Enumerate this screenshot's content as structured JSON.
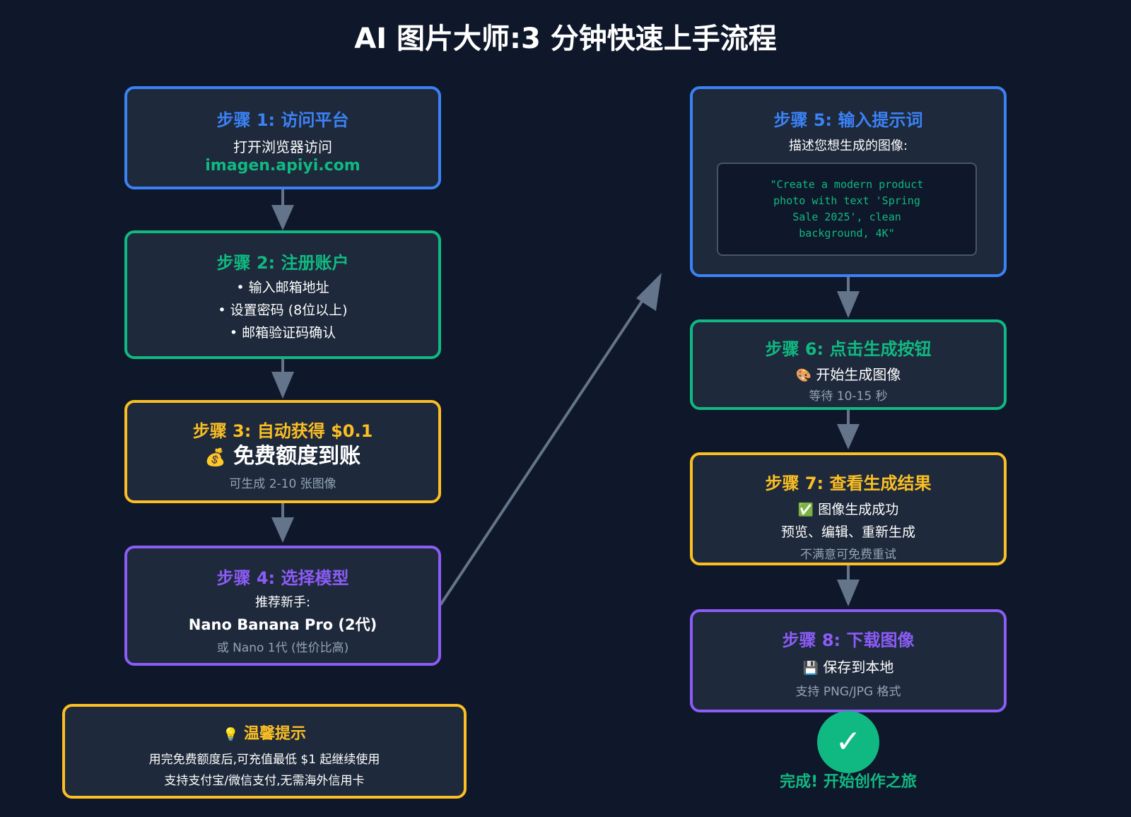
{
  "title": "AI 图片大师:3 分钟快速上手流程",
  "steps": {
    "s1": {
      "title": "步骤 1: 访问平台",
      "line1": "打开浏览器访问",
      "url": "imagen.apiyi.com"
    },
    "s2": {
      "title": "步骤 2: 注册账户",
      "bullets": [
        "• 输入邮箱地址",
        "• 设置密码 (8位以上)",
        "• 邮箱验证码确认"
      ]
    },
    "s3": {
      "title": "步骤 3: 自动获得 $0.1",
      "icon": "💰",
      "highlight": "免费额度到账",
      "note": "可生成 2-10 张图像"
    },
    "s4": {
      "title": "步骤 4: 选择模型",
      "line1": "推荐新手:",
      "model": "Nano Banana Pro (2代)",
      "note": "或 Nano 1代 (性价比高)"
    },
    "s5": {
      "title": "步骤 5: 输入提示词",
      "line1": "描述您想生成的图像:",
      "prompt_lines": [
        "\"Create a modern product",
        "photo with text 'Spring",
        "Sale 2025', clean",
        "background, 4K\""
      ]
    },
    "s6": {
      "title": "步骤 6: 点击生成按钮",
      "icon": "🎨",
      "line1": "开始生成图像",
      "note": "等待 10-15 秒"
    },
    "s7": {
      "title": "步骤 7: 查看生成结果",
      "icon": "✅",
      "line1": "图像生成成功",
      "line2": "预览、编辑、重新生成",
      "note": "不满意可免费重试"
    },
    "s8": {
      "title": "步骤 8: 下载图像",
      "icon": "💾",
      "line1": "保存到本地",
      "note": "支持 PNG/JPG 格式"
    }
  },
  "tip": {
    "icon": "💡",
    "title": "温馨提示",
    "line1": "用完免费额度后,可充值最低 $1 起继续使用",
    "line2": "支持支付宝/微信支付,无需海外信用卡"
  },
  "done": {
    "icon": "✓",
    "label": "完成! 开始创作之旅"
  },
  "colors": {
    "background": "#0f172a",
    "box": "#1e293b",
    "blue": "#3b82f6",
    "green": "#10b981",
    "yellow": "#fbbf24",
    "purple": "#8b5cf6",
    "arrow": "#64748b"
  }
}
